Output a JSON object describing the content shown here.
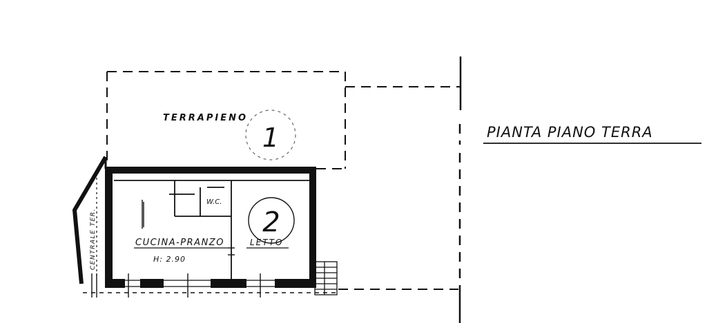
{
  "plan": {
    "title": "PIANTA PIANO TERRA",
    "embankment_label": "TERRAPIENO",
    "mark_1": "1",
    "mark_2": "2",
    "rooms": {
      "kitchen": "CUCINA-PRANZO",
      "height": "H: 2.90",
      "wc": "W.C.",
      "bedroom": "LETTO",
      "boiler": "CENTRALE TER."
    },
    "colors": {
      "ink": "#111111",
      "background": "#ffffff"
    }
  }
}
